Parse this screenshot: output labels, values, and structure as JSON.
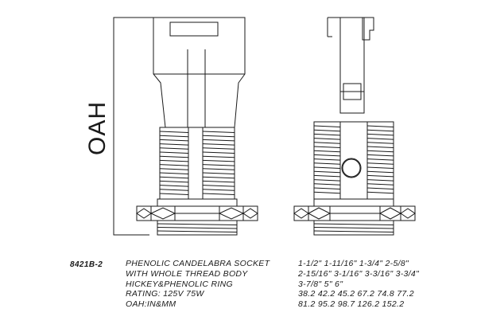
{
  "drawing": {
    "oah_label": "OAH"
  },
  "spec": {
    "model_code": "8421B-2",
    "description_lines": [
      "PHENOLIC CANDELABRA SOCKET",
      "WITH WHOLE THREAD BODY",
      "HICKEY&PHENOLIC RING",
      "RATING: 125V 75W",
      "OAH:IN&MM"
    ],
    "value_lines": [
      "1-1/2\" 1-11/16\" 1-3/4\" 2-5/8\"",
      "2-15/16\" 3-1/16\" 3-3/16\" 3-3/4\"",
      "3-7/8\" 5\" 6\"",
      "38.2 42.2 45.2 67.2 74.8 77.2",
      "81.2 95.2 98.7 126.2 152.2"
    ]
  }
}
